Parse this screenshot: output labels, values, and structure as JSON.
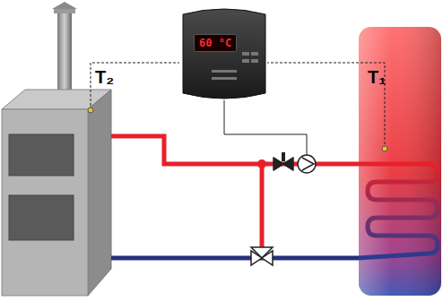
{
  "diagram": {
    "nodes": [
      {
        "text": [
          "60 °C"
        ]
      }
    ],
    "labels": [
      "T₂",
      "T₁"
    ]
  }
}
